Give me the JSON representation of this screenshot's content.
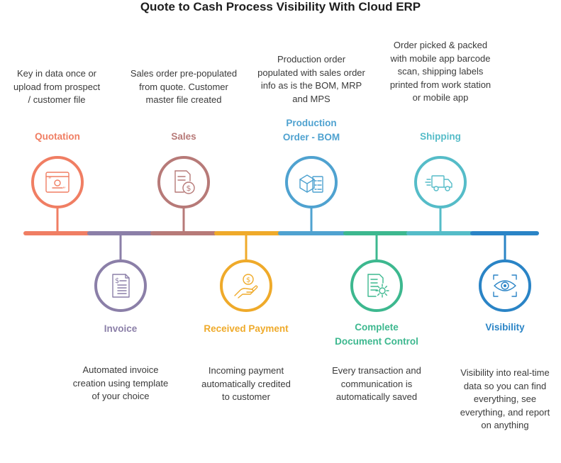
{
  "title": "Quote to Cash Process Visibility With Cloud ERP",
  "steps": [
    {
      "label": [
        "Quotation"
      ],
      "description": [
        "Key in data once or",
        "upload from prospect",
        "/ customer file"
      ],
      "color": "#f07e63",
      "icon": "quotation-document-icon"
    },
    {
      "label": [
        "Invoice"
      ],
      "description": [
        "Automated invoice",
        "creation using template",
        "of your choice"
      ],
      "color": "#8b7fa8",
      "icon": "invoice-document-icon"
    },
    {
      "label": [
        "Sales"
      ],
      "description": [
        "Sales order pre-populated",
        "from quote. Customer",
        "master file created"
      ],
      "color": "#b77a78",
      "icon": "sales-order-icon"
    },
    {
      "label": [
        "Received Payment"
      ],
      "description": [
        "Incoming payment",
        "automatically credited",
        "to customer"
      ],
      "color": "#efaa2a",
      "icon": "payment-hand-icon"
    },
    {
      "label": [
        "Production",
        "Order - BOM"
      ],
      "description": [
        "Production order",
        "populated with sales order",
        "info as is the BOM, MRP",
        "and MPS"
      ],
      "color": "#4fa2d0",
      "icon": "production-box-icon"
    },
    {
      "label": [
        "Complete",
        "Document Control"
      ],
      "description": [
        "Every transaction and",
        "communication is",
        "automatically saved"
      ],
      "color": "#3db88f",
      "icon": "document-gear-icon"
    },
    {
      "label": [
        "Shipping"
      ],
      "description": [
        "Order picked & packed",
        "with mobile app barcode",
        "scan, shipping labels",
        "printed from work station",
        "or mobile app"
      ],
      "color": "#55bcc8",
      "icon": "delivery-truck-icon"
    },
    {
      "label": [
        "Visibility"
      ],
      "description": [
        "Visibility into real-time",
        "data so you can find",
        "everything, see",
        "everything, and report",
        "on anything"
      ],
      "color": "#2a84c6",
      "icon": "eye-scan-icon"
    }
  ]
}
